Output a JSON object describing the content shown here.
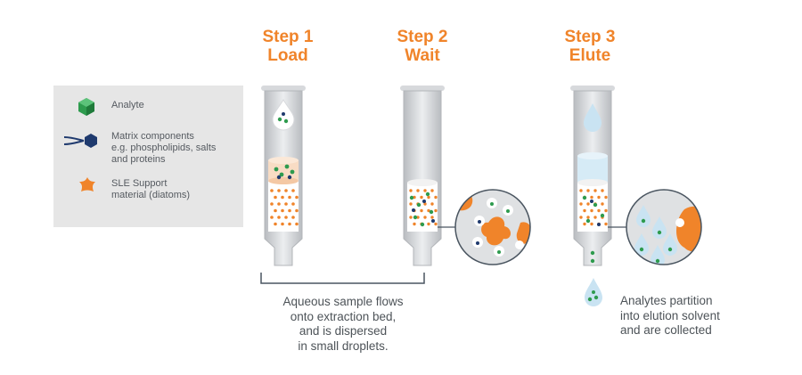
{
  "steps": [
    {
      "title": "Step 1",
      "action": "Load"
    },
    {
      "title": "Step 2",
      "action": "Wait"
    },
    {
      "title": "Step 3",
      "action": "Elute"
    }
  ],
  "legend": {
    "analyte": "Analyte",
    "matrix": [
      "Matrix components",
      "e.g. phospholipids, salts",
      "and proteins"
    ],
    "support": [
      "SLE Support",
      "material (diatoms)"
    ]
  },
  "captions": {
    "load_wait": [
      "Aqueous sample flows",
      "onto extraction bed,",
      "and is dispersed",
      "in small droplets."
    ],
    "elute": [
      "Analytes partition",
      "into elution solvent",
      "and are collected"
    ]
  },
  "colors": {
    "orange": "#f0842a",
    "analyte_green": "#2e9b4e",
    "matrix_navy": "#1f3a6e",
    "droplet_blue": "#c9e3f2",
    "tube_gray": "#c3c6ca",
    "legend_bg": "#e6e6e6"
  },
  "icons": {
    "analyte": "green-cube-icon",
    "matrix": "navy-hexagon-lipid-icon",
    "support": "orange-diatom-star-icon"
  }
}
